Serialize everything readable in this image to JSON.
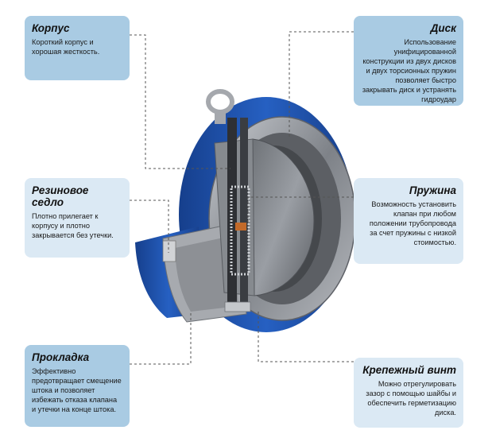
{
  "callouts": {
    "korpus": {
      "title": "Корпус",
      "desc": "Короткий корпус и хорошая жесткость."
    },
    "disk": {
      "title": "Диск",
      "desc": "Использование унифицированной конструкции из двух дисков и двух торсионных пружин позволяет быстро закрывать диск и устранять гидроудар"
    },
    "sedlo": {
      "title": "Резиновое седло",
      "desc": "Плотно прилегает к корпусу и плотно закрывается без утечки."
    },
    "pruzhina": {
      "title": "Пружина",
      "desc": "Возможность установить клапан при любом положении трубопровода за счет пружины с низкой стоимостью."
    },
    "prokladka": {
      "title": "Прокладка",
      "desc": "Эффективно предотвращает смещение штока и позволяет избежать отказа клапана и утечки на конце штока."
    },
    "vint": {
      "title": "Крепежный винт",
      "desc": "Можно отрегулировать зазор с помощью шайбы и обеспечить герметизацию диска."
    }
  },
  "colors": {
    "callout_fill": "#a9cbe3",
    "callout_fill_light": "#dbe9f4",
    "body_blue": "#1e4fa6",
    "metal": "#8c8f94",
    "leader_line": "#555555"
  }
}
